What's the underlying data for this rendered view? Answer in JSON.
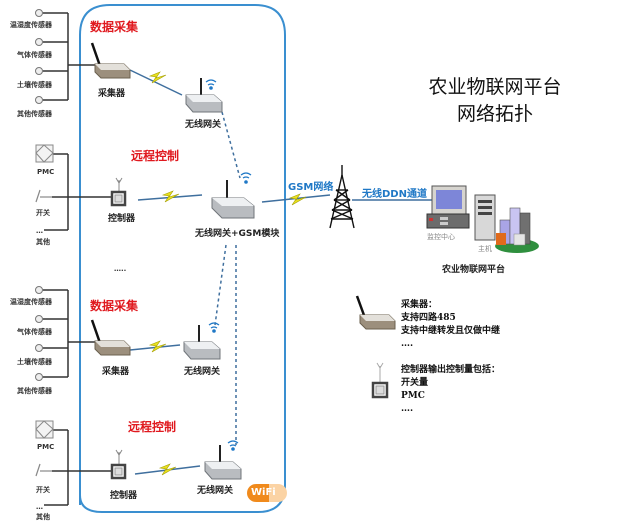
{
  "title": {
    "line1": "农业物联网平台",
    "line2": "网络拓扑"
  },
  "groups": [
    {
      "heading": "数据采集",
      "type": "data-collection",
      "sensors": [
        "温湿度传感器",
        "气体传感器",
        "土壤传感器",
        "其他传感器"
      ],
      "device_label": "采集器",
      "gateway_label": "无线网关"
    },
    {
      "heading": "远程控制",
      "type": "remote-control",
      "inputs": [
        "PMC",
        "开关",
        "其他"
      ],
      "inputs_ellipsis": "…",
      "device_label": "控制器"
    },
    {
      "heading": "数据采集",
      "type": "data-collection",
      "sensors": [
        "温湿度传感器",
        "气体传感器",
        "土壤传感器",
        "其他传感器"
      ],
      "device_label": "采集器",
      "gateway_label": "无线网关"
    },
    {
      "heading": "远程控制",
      "type": "remote-control",
      "inputs": [
        "PMC",
        "开关",
        "其他"
      ],
      "inputs_ellipsis": "…",
      "device_label": "控制器",
      "gateway_label": "无线网关"
    }
  ],
  "central_gateway_label": "无线网关+GSM模块",
  "middle_ellipsis": "…..",
  "links": {
    "gsm": "GSM网络",
    "ddn": "无线DDN通道"
  },
  "platform": {
    "monitor_label": "监控中心",
    "host_label": "主机",
    "name": "农业物联网平台"
  },
  "legend": {
    "collector": {
      "lines": [
        "采集器：",
        "支持四路485",
        "支持中继转发且仅做中继",
        "…."
      ]
    },
    "controller": {
      "lines": [
        "控制器输出控制量包括：",
        "开关量",
        "PMC",
        "…."
      ]
    }
  },
  "wifi_badge": "WiFi",
  "colors": {
    "heading_red": "#e0191f",
    "link_blue": "#1f78c6",
    "frame_blue": "#3a8fd0",
    "bolt_yellow": "#e8e020"
  }
}
